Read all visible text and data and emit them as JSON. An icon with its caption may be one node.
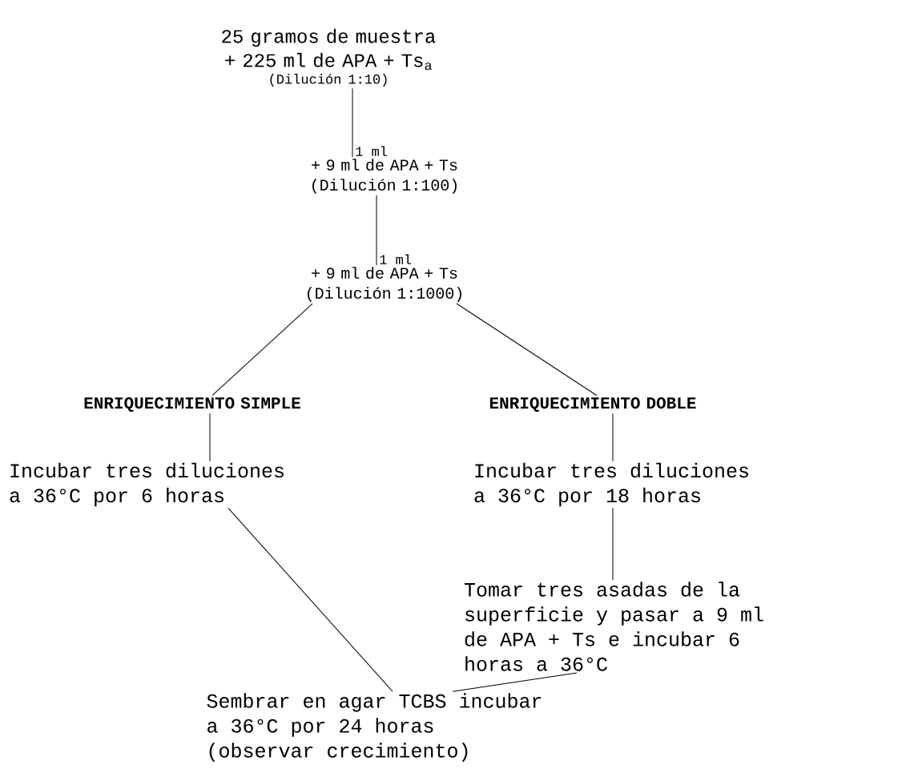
{
  "diagram": {
    "nodes": [
      {
        "text": [
          "25 gramos de muestra + 225 ml de APA + Ts$_{a}$",
          "(Dilución 1:10)"
        ]
      },
      {
        "text": [
          "+ 9 ml de APA + Ts",
          "(Dilución 1:100)"
        ]
      },
      {
        "text": [
          "+ 9 ml de APA + Ts",
          "(Dilución 1:1000)"
        ]
      },
      {
        "text": [
          "ENRIQUECIMIENTO SIMPLE"
        ]
      },
      {
        "text": [
          "ENRIQUECIMIENTO DOBLE"
        ]
      },
      {
        "text": [
          "Incubar tres diluciones a 36°C por 6 horas"
        ]
      },
      {
        "text": [
          "Incubar tres diluciones a 36°C por 18 horas"
        ]
      },
      {
        "text": [
          "Tomar tres asadas de la superficie y pasar a 9 ml de APA + Ts e incubar 6 horas a 36°C"
        ]
      },
      {
        "text": [
          "Sembrar en agar TCBS incubar a 36°C por 24 horas (observar crecimiento)"
        ]
      }
    ],
    "edges": [
      {
        "from": 0,
        "to": 1,
        "arrow": "none",
        "label": "1 ml"
      },
      {
        "from": 1,
        "to": 2,
        "arrow": "none",
        "label": "1 ml"
      },
      {
        "from": 2,
        "to": 3,
        "arrow": "none"
      },
      {
        "from": 2,
        "to": 4,
        "arrow": "none"
      },
      {
        "from": 3,
        "to": 5,
        "arrow": "none"
      },
      {
        "from": 4,
        "to": 6,
        "arrow": "none"
      },
      {
        "from": 6,
        "to": 7,
        "arrow": "none"
      },
      {
        "from": 5,
        "to": 8,
        "arrow": "none"
      },
      {
        "from": 7,
        "to": 8,
        "arrow": "none"
      }
    ]
  }
}
